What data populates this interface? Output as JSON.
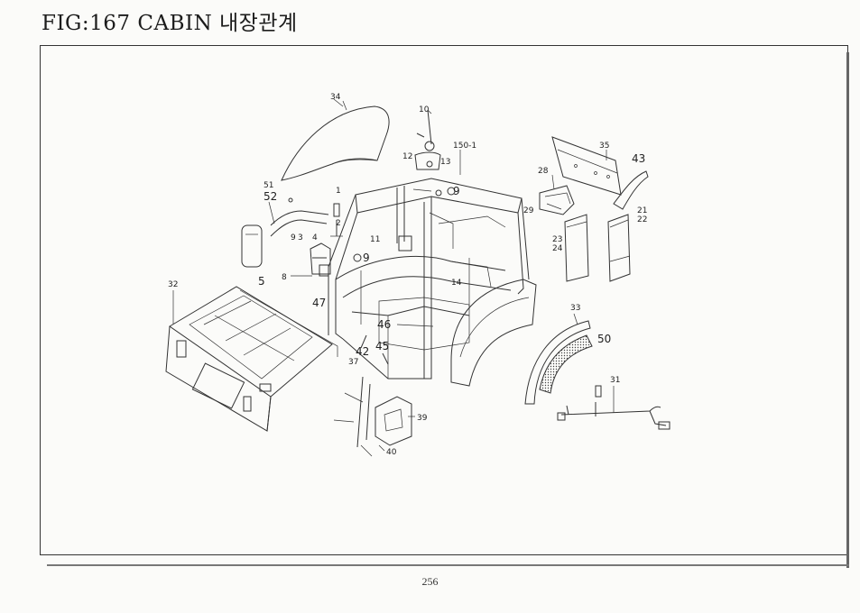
{
  "header": {
    "title": "FIG:167  CABIN  내장관계"
  },
  "footer": {
    "page_number": "256"
  },
  "callouts": [
    {
      "id": "34",
      "text": "34"
    },
    {
      "id": "10",
      "text": "10"
    },
    {
      "id": "150-1",
      "text": "150-1"
    },
    {
      "id": "12",
      "text": "12"
    },
    {
      "id": "13",
      "text": "13"
    },
    {
      "id": "9a",
      "text": "9"
    },
    {
      "id": "35",
      "text": "35"
    },
    {
      "id": "43",
      "text": "43"
    },
    {
      "id": "28",
      "text": "28"
    },
    {
      "id": "29",
      "text": "29"
    },
    {
      "id": "21",
      "text": "21"
    },
    {
      "id": "22",
      "text": "22"
    },
    {
      "id": "23",
      "text": "23"
    },
    {
      "id": "24",
      "text": "24"
    },
    {
      "id": "51",
      "text": "51"
    },
    {
      "id": "52",
      "text": "52"
    },
    {
      "id": "1",
      "text": "1"
    },
    {
      "id": "2",
      "text": "2"
    },
    {
      "id": "3",
      "text": "3"
    },
    {
      "id": "9b",
      "text": "9"
    },
    {
      "id": "4",
      "text": "4"
    },
    {
      "id": "11",
      "text": "11"
    },
    {
      "id": "9c",
      "text": "9"
    },
    {
      "id": "5",
      "text": "5"
    },
    {
      "id": "8",
      "text": "8"
    },
    {
      "id": "47",
      "text": "47"
    },
    {
      "id": "32",
      "text": "32"
    },
    {
      "id": "14",
      "text": "14"
    },
    {
      "id": "46",
      "text": "46"
    },
    {
      "id": "33",
      "text": "33"
    },
    {
      "id": "50",
      "text": "50"
    },
    {
      "id": "42",
      "text": "42"
    },
    {
      "id": "45",
      "text": "45"
    },
    {
      "id": "37",
      "text": "37"
    },
    {
      "id": "31",
      "text": "31"
    },
    {
      "id": "39",
      "text": "39"
    },
    {
      "id": "40",
      "text": "40"
    }
  ]
}
